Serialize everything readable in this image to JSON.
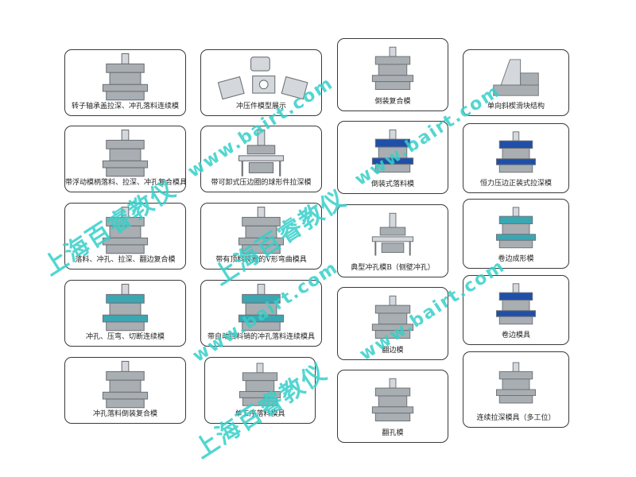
{
  "colors": {
    "watermark": "#36d0c9",
    "border": "#3a3a3a",
    "die_steel": "#a9aeb3",
    "die_blue": "#1f4fa8",
    "die_teal": "#3ba7b3"
  },
  "watermarks": {
    "url": "www.bairt.com",
    "company": "上海百睿教仪"
  },
  "columns": [
    {
      "items": [
        {
          "caption": "转子轴承盖拉深、冲孔落料连续模",
          "style": "steel"
        },
        {
          "caption": "带浮动模柄落料、拉深、冲孔复合模具",
          "style": "steel"
        },
        {
          "caption": "落料、冲孔、拉深、翻边复合模",
          "style": "steel"
        },
        {
          "caption": "冲孔、压弯、切断连续模",
          "style": "teal"
        },
        {
          "caption": "冲孔落料倒装复合模",
          "style": "steel"
        }
      ]
    },
    {
      "items": [
        {
          "caption": "冲压件模型展示",
          "style": "parts"
        },
        {
          "caption": "带可卸式压边圈的球形件拉深模",
          "style": "pillar"
        },
        {
          "caption": "带有顶料装置的V形弯曲模具",
          "style": "steel"
        },
        {
          "caption": "带自动挡料销的冲孔落料连续模具",
          "style": "teal"
        },
        {
          "caption": "单工序落料模具",
          "style": "steel"
        }
      ]
    },
    {
      "items": [
        {
          "caption": "倒装复合模",
          "style": "steel"
        },
        {
          "caption": "倒装式落料模",
          "style": "blue"
        },
        {
          "caption": "典型冲孔模B（侧壁冲孔）",
          "style": "pillar"
        },
        {
          "caption": "翻边模",
          "style": "steel"
        },
        {
          "caption": "翻孔模",
          "style": "steel"
        }
      ]
    },
    {
      "items": [
        {
          "caption": "单向斜楔滑块结构",
          "style": "wedge"
        },
        {
          "caption": "恒力压边正装式拉深模",
          "style": "blue"
        },
        {
          "caption": "卷边成形模",
          "style": "teal"
        },
        {
          "caption": "卷边模具",
          "style": "blue"
        },
        {
          "caption": "连续拉深模具（多工位）",
          "style": "steel"
        }
      ]
    }
  ]
}
